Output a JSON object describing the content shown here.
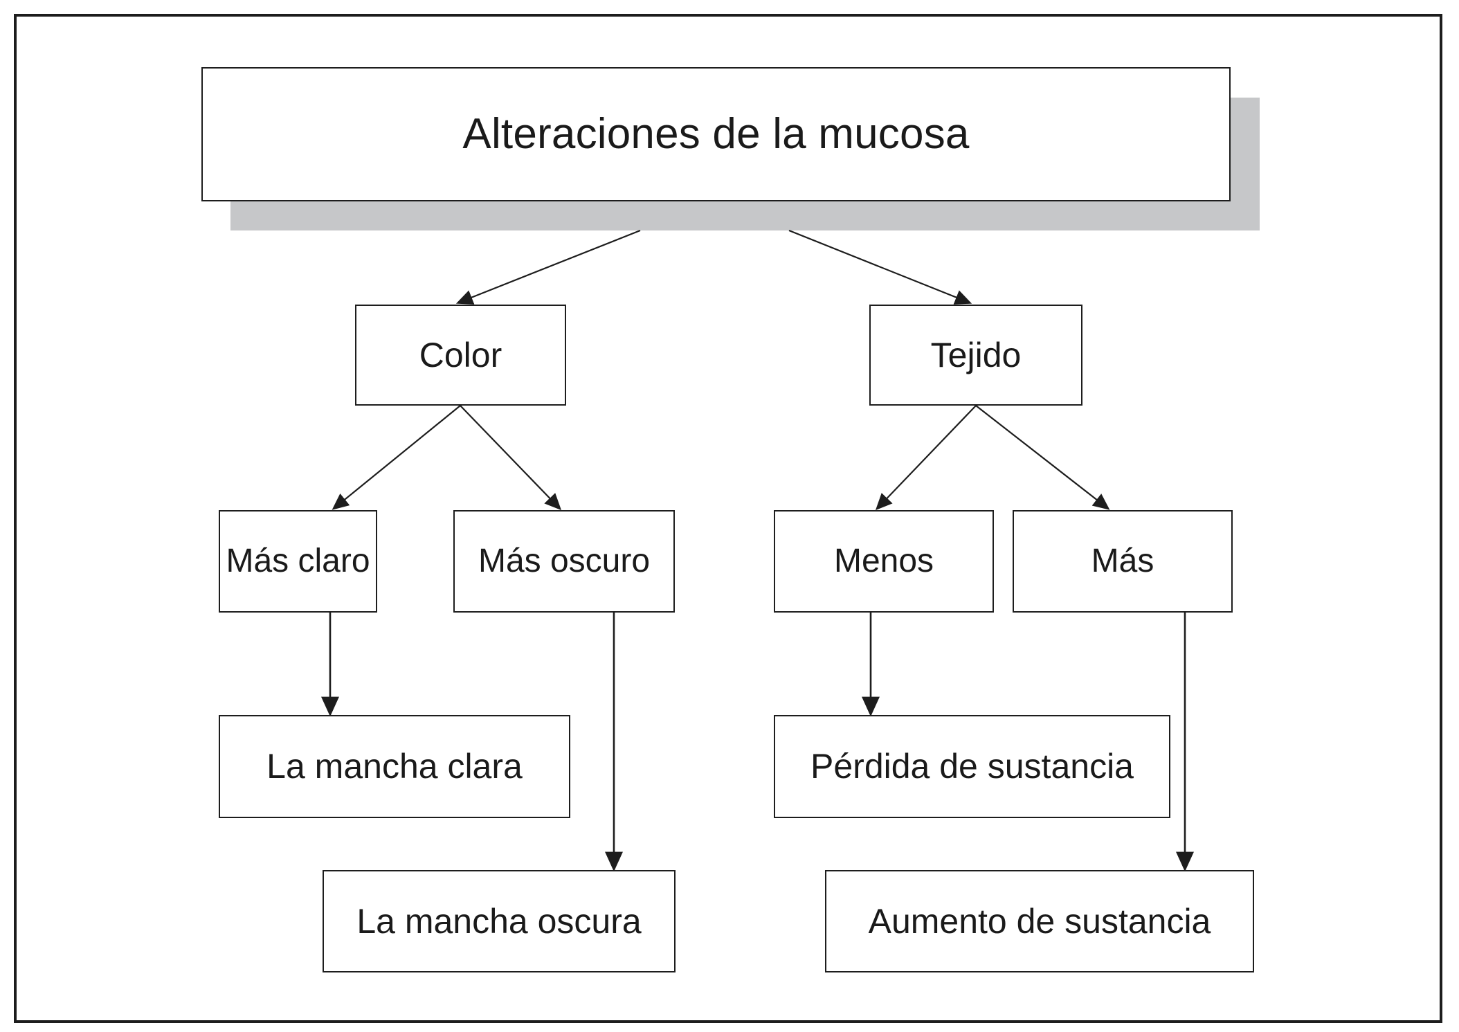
{
  "diagram": {
    "type": "flowchart",
    "language": "es",
    "title_node": {
      "id": "alteraciones",
      "label": "Alteraciones de la mucosa",
      "level": 0,
      "has_drop_shadow": true,
      "shadow_color": "#c6c7c9"
    },
    "nodes": [
      {
        "id": "color",
        "label": "Color",
        "level": 1,
        "branch": "left"
      },
      {
        "id": "tejido",
        "label": "Tejido",
        "level": 1,
        "branch": "right"
      },
      {
        "id": "mas-claro",
        "label": "Más claro",
        "level": 2,
        "branch": "left"
      },
      {
        "id": "mas-oscuro",
        "label": "Más oscuro",
        "level": 2,
        "branch": "left"
      },
      {
        "id": "menos",
        "label": "Menos",
        "level": 2,
        "branch": "right"
      },
      {
        "id": "mas",
        "label": "Más",
        "level": 2,
        "branch": "right"
      },
      {
        "id": "mancha-clara",
        "label": "La mancha clara",
        "level": 3,
        "branch": "left"
      },
      {
        "id": "mancha-oscura",
        "label": "La mancha oscura",
        "level": 4,
        "branch": "left"
      },
      {
        "id": "perdida-sustancia",
        "label": "Pérdida de sustancia",
        "level": 3,
        "branch": "right"
      },
      {
        "id": "aumento-sustancia",
        "label": "Aumento de sustancia",
        "level": 4,
        "branch": "right"
      }
    ],
    "edges": [
      {
        "from": "alteraciones",
        "to": "color",
        "style": "diagonal-arrow"
      },
      {
        "from": "alteraciones",
        "to": "tejido",
        "style": "diagonal-arrow"
      },
      {
        "from": "color",
        "to": "mas-claro",
        "style": "diagonal-arrow"
      },
      {
        "from": "color",
        "to": "mas-oscuro",
        "style": "diagonal-arrow"
      },
      {
        "from": "tejido",
        "to": "menos",
        "style": "diagonal-arrow"
      },
      {
        "from": "tejido",
        "to": "mas",
        "style": "diagonal-arrow"
      },
      {
        "from": "mas-claro",
        "to": "mancha-clara",
        "style": "vertical-arrow"
      },
      {
        "from": "mas-oscuro",
        "to": "mancha-oscura",
        "style": "vertical-arrow"
      },
      {
        "from": "menos",
        "to": "perdida-sustancia",
        "style": "vertical-arrow"
      },
      {
        "from": "mas",
        "to": "aumento-sustancia",
        "style": "vertical-arrow"
      }
    ],
    "colors": {
      "border": "#1d1d1d",
      "text": "#1a1a1a",
      "background": "#ffffff",
      "shadow": "#c6c7c9",
      "connector": "#1d1d1d"
    }
  }
}
